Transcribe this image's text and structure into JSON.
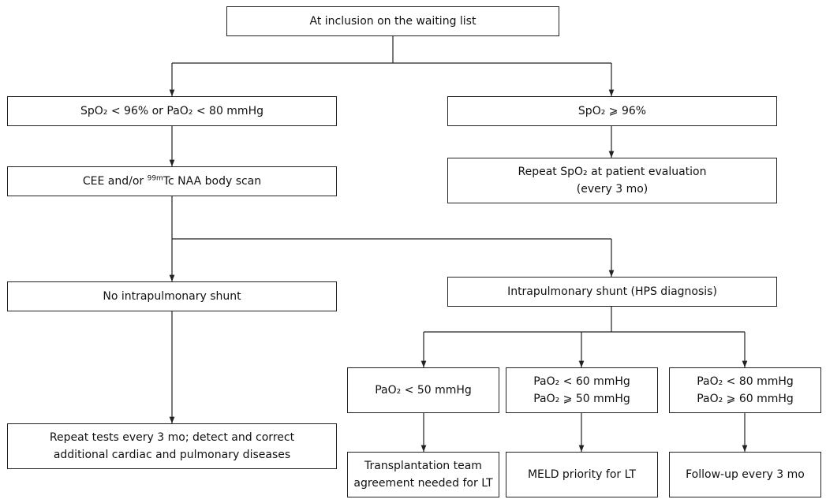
{
  "nodes": {
    "inclusion": {
      "lines": [
        "At inclusion on the waiting list"
      ]
    },
    "low_spo2": {
      "lines": [
        "SpO₂ < 96% or PaO₂ < 80 mmHg"
      ]
    },
    "normal_spo2": {
      "lines": [
        "SpO₂ ⩾ 96%"
      ]
    },
    "scan": {
      "prefix": "CEE and/or ",
      "sup": "99m",
      "suffix": "Tc NAA body scan"
    },
    "repeat_spo2": {
      "lines": [
        "Repeat SpO₂ at patient evaluation",
        "(every 3 mo)"
      ]
    },
    "no_shunt": {
      "lines": [
        "No intrapulmonary shunt"
      ]
    },
    "shunt": {
      "lines": [
        "Intrapulmonary shunt (HPS diagnosis)"
      ]
    },
    "pao2_50": {
      "lines": [
        "PaO₂ < 50 mmHg"
      ]
    },
    "pao2_60": {
      "lines": [
        "PaO₂ < 60 mmHg",
        "PaO₂ ⩾ 50 mmHg"
      ]
    },
    "pao2_80": {
      "lines": [
        "PaO₂ < 80 mmHg",
        "PaO₂ ⩾ 60 mmHg"
      ]
    },
    "repeat_tests": {
      "lines": [
        "Repeat tests every 3 mo; detect and correct",
        "additional cardiac and pulmonary diseases"
      ]
    },
    "team": {
      "lines": [
        "Transplantation team",
        "agreement needed for LT"
      ]
    },
    "meld": {
      "lines": [
        "MELD priority for LT"
      ]
    },
    "followup": {
      "lines": [
        "Follow-up every 3 mo"
      ]
    }
  }
}
